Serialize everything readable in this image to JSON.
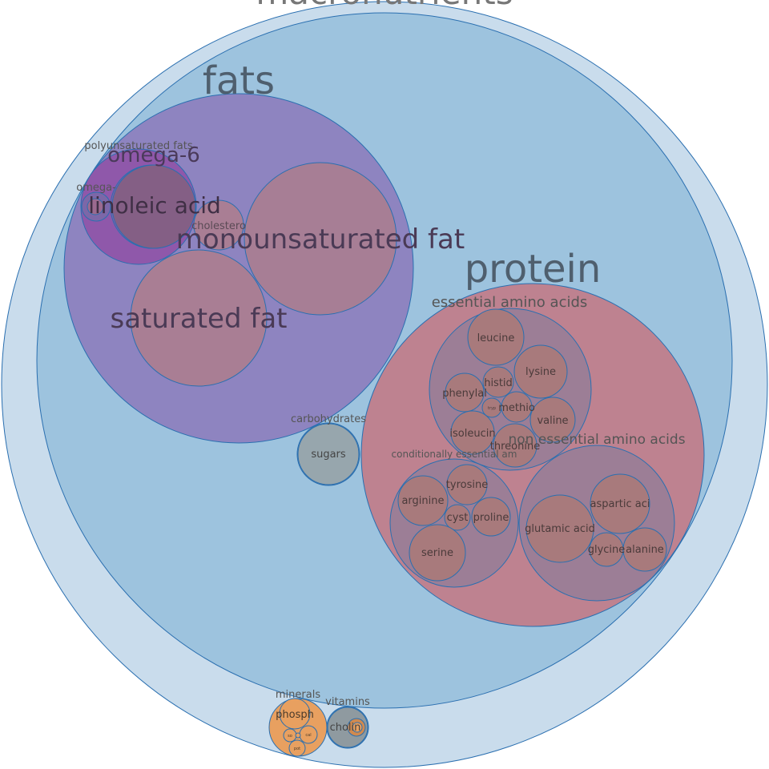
{
  "nodes": [
    {
      "id": "root",
      "label": "macronutrients",
      "fill": "#c9dcec",
      "label_color": "#777777"
    },
    {
      "id": "macro_inner",
      "label": "",
      "fill": "#9dc3de"
    },
    {
      "id": "fats",
      "label": "fats",
      "fill": "#8e84c0",
      "label_color": "#4f5f6e"
    },
    {
      "id": "polyunsaturated",
      "label": "polyunsaturated fats",
      "fill": "#8f58aa",
      "label_color": "#555555"
    },
    {
      "id": "omega6",
      "label": "omega-6",
      "fill": "#8f58aa",
      "label_color": "#4a3a5a"
    },
    {
      "id": "linoleic",
      "label": "linoleic acid",
      "fill": "#845f85",
      "label_color": "#3f2f45"
    },
    {
      "id": "omega3",
      "label": "omega-",
      "fill": "#7c67a8",
      "label_color": "#555555"
    },
    {
      "id": "omega3_inner",
      "label": "",
      "fill": "#9b6a90"
    },
    {
      "id": "cholesterol",
      "label": "cholestero",
      "fill": "#a97e94",
      "label_color": "#5a4a55"
    },
    {
      "id": "monounsaturated",
      "label": "monounsaturated fat",
      "fill": "#a77e95",
      "label_color": "#4a3a55"
    },
    {
      "id": "saturated",
      "label": "saturated fat",
      "fill": "#a97e94",
      "label_color": "#4a3a55"
    },
    {
      "id": "carbohydrates",
      "label": "carbohydrates",
      "fill": "#97a6ad",
      "label_color": "#555555"
    },
    {
      "id": "sugars",
      "label": "sugars",
      "fill": "#97a6ad",
      "label_color": "#444444"
    },
    {
      "id": "protein",
      "label": "protein",
      "fill": "#be8290",
      "label_color": "#4f5f6e"
    },
    {
      "id": "essential",
      "label": "essential amino acids",
      "fill": "#9c7e96",
      "label_color": "#555555"
    },
    {
      "id": "leucine",
      "label": "leucine",
      "fill": "#a87a7c",
      "label_color": "#4a3a3a"
    },
    {
      "id": "lysine",
      "label": "lysine",
      "fill": "#a87a7c",
      "label_color": "#4a3a3a"
    },
    {
      "id": "histidine",
      "label": "histid",
      "fill": "#a87a7c",
      "label_color": "#4a3a3a"
    },
    {
      "id": "phenylalanine",
      "label": "phenylal",
      "fill": "#a87a7c",
      "label_color": "#4a3a3a"
    },
    {
      "id": "tryptophan",
      "label": "tryp",
      "fill": "#a87a7c",
      "label_color": "#4a3a3a"
    },
    {
      "id": "methionine",
      "label": "methio",
      "fill": "#a87a7c",
      "label_color": "#4a3a3a"
    },
    {
      "id": "valine",
      "label": "valine",
      "fill": "#a87a7c",
      "label_color": "#4a3a3a"
    },
    {
      "id": "isoleucine",
      "label": "isoleucin",
      "fill": "#a87a7c",
      "label_color": "#4a3a3a"
    },
    {
      "id": "threonine",
      "label": "threonine",
      "fill": "#a87a7c",
      "label_color": "#4a3a3a"
    },
    {
      "id": "nonessential",
      "label": "non essential amino acids",
      "fill": "#9c7e96",
      "label_color": "#555555"
    },
    {
      "id": "aspartic",
      "label": "aspartic aci",
      "fill": "#a87a7c",
      "label_color": "#4a3a3a"
    },
    {
      "id": "glutamic",
      "label": "glutamic acid",
      "fill": "#a87a7c",
      "label_color": "#4a3a3a"
    },
    {
      "id": "glycine",
      "label": "glycine",
      "fill": "#a87a7c",
      "label_color": "#4a3a3a"
    },
    {
      "id": "alanine",
      "label": "alanine",
      "fill": "#a87a7c",
      "label_color": "#4a3a3a"
    },
    {
      "id": "conditional",
      "label": "conditionally essential am",
      "fill": "#9c7e96",
      "label_color": "#555555"
    },
    {
      "id": "tyrosine",
      "label": "tyrosine",
      "fill": "#a87a7c",
      "label_color": "#4a3a3a"
    },
    {
      "id": "arginine",
      "label": "arginine",
      "fill": "#a87a7c",
      "label_color": "#4a3a3a"
    },
    {
      "id": "cystine",
      "label": "cyst",
      "fill": "#a87a7c",
      "label_color": "#4a3a3a"
    },
    {
      "id": "proline",
      "label": "proline",
      "fill": "#a87a7c",
      "label_color": "#4a3a3a"
    },
    {
      "id": "serine",
      "label": "serine",
      "fill": "#a87a7c",
      "label_color": "#4a3a3a"
    },
    {
      "id": "minerals",
      "label": "minerals",
      "fill": "#e8a060",
      "label_color": "#555555"
    },
    {
      "id": "phosphorus",
      "label": "phosph",
      "fill": "#e8a060",
      "label_color": "#4a3a2a"
    },
    {
      "id": "min_sodium",
      "label": "so",
      "fill": "#e8a060",
      "label_color": "#4a3a2a"
    },
    {
      "id": "min_calcium",
      "label": "cal",
      "fill": "#e8a060",
      "label_color": "#4a3a2a"
    },
    {
      "id": "min_potassium",
      "label": "pot",
      "fill": "#e8a060",
      "label_color": "#4a3a2a"
    },
    {
      "id": "min_tiny",
      "label": "",
      "fill": "#e8a060"
    },
    {
      "id": "vitamins",
      "label": "vitamins",
      "fill": "#97a6ad",
      "label_color": "#555555"
    },
    {
      "id": "choline",
      "label": "cholin",
      "fill": "#8f9aa0",
      "label_color": "#444444"
    },
    {
      "id": "vit_small",
      "label": "",
      "fill": "#d08a50",
      "label_color": "#4a3a2a"
    },
    {
      "id": "vit_tiny",
      "label": "",
      "fill": "#e8a060"
    }
  ]
}
